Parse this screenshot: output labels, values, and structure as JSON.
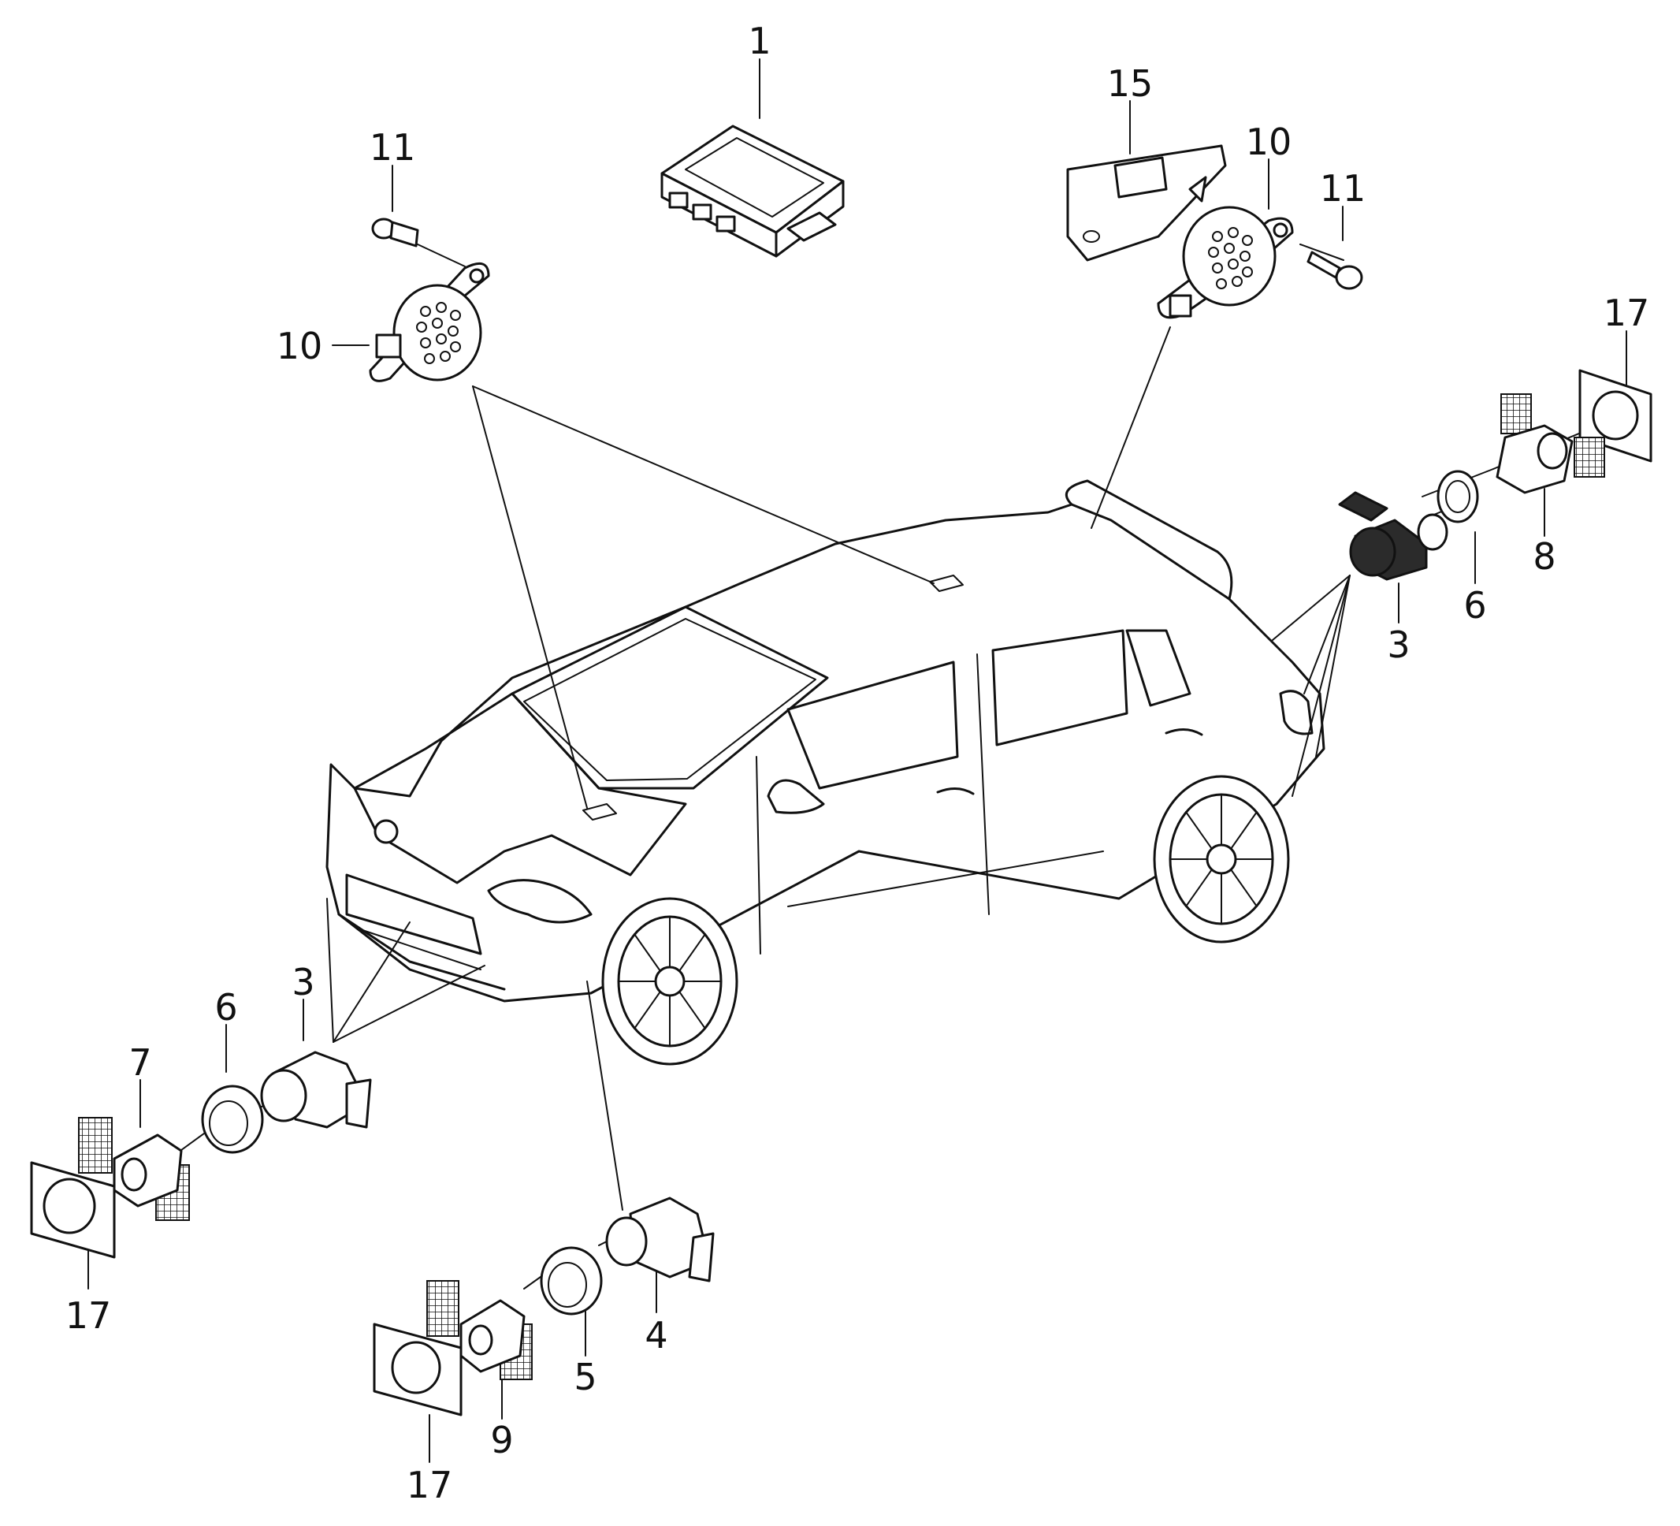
{
  "diagram": {
    "part_labels": [
      {
        "id": "1",
        "text": "1"
      },
      {
        "id": "15",
        "text": "15"
      },
      {
        "id": "11-left",
        "text": "11"
      },
      {
        "id": "10-left",
        "text": "10"
      },
      {
        "id": "10-right",
        "text": "10"
      },
      {
        "id": "11-right",
        "text": "11"
      },
      {
        "id": "17-right",
        "text": "17"
      },
      {
        "id": "8",
        "text": "8"
      },
      {
        "id": "6-right",
        "text": "6"
      },
      {
        "id": "3-right",
        "text": "3"
      },
      {
        "id": "3-front",
        "text": "3"
      },
      {
        "id": "6-front",
        "text": "6"
      },
      {
        "id": "7",
        "text": "7"
      },
      {
        "id": "17-front-left",
        "text": "17"
      },
      {
        "id": "4",
        "text": "4"
      },
      {
        "id": "5",
        "text": "5"
      },
      {
        "id": "9",
        "text": "9"
      },
      {
        "id": "17-front-bottom",
        "text": "17"
      }
    ]
  }
}
